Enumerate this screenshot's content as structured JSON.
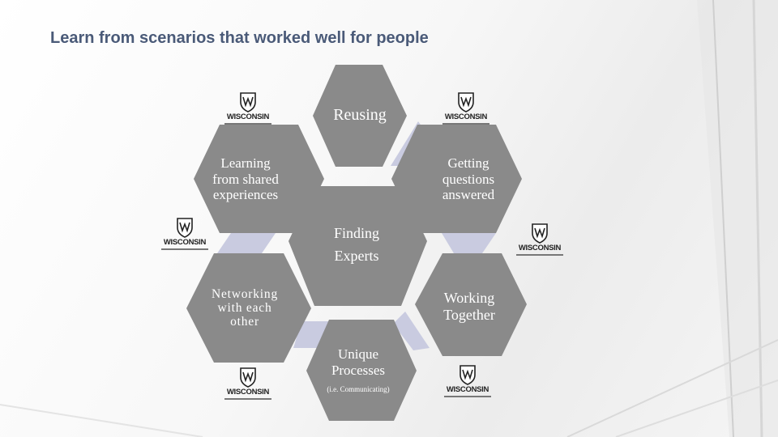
{
  "title": "Learn from scenarios that worked well for people",
  "logo": {
    "wordmark": "WISCONSIN",
    "icon": "wisconsin-crest-icon"
  },
  "colors": {
    "hex_fill": "#8a8a8a",
    "connector": "#c9cbe0",
    "title": "#4a5a78"
  },
  "hexagons": {
    "reusing": "Reusing",
    "getting_questions_1": "Getting",
    "getting_questions_2": "questions",
    "getting_questions_3": "answered",
    "learning_1": "Learning",
    "learning_2": "from shared",
    "learning_3": "experiences",
    "finding_1": "Finding",
    "finding_2": "Experts",
    "networking_1": "Networking",
    "networking_2": "with each",
    "networking_3": "other",
    "working_1": "Working",
    "working_2": "Together",
    "unique_1": "Unique",
    "unique_2": "Processes",
    "unique_note": "(i.e. Communicating)"
  }
}
